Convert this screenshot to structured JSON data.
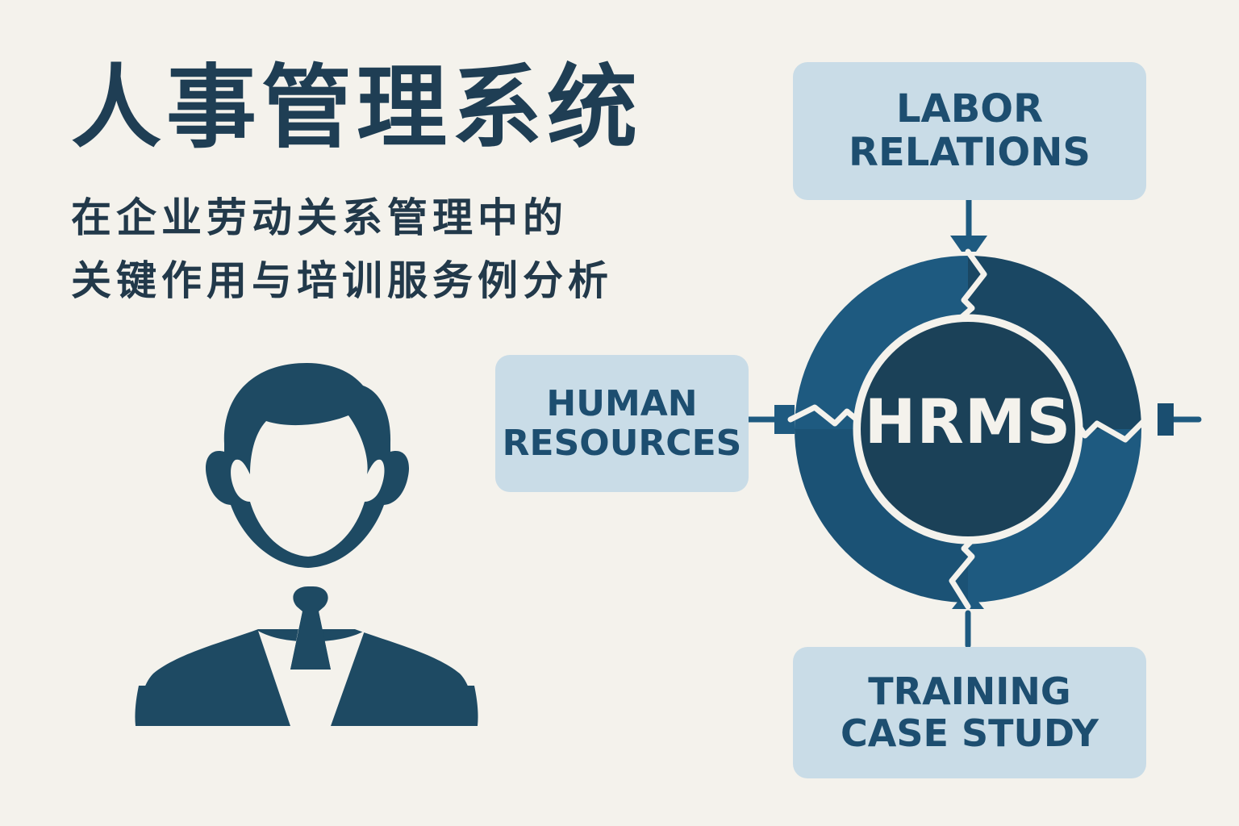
{
  "header": {
    "title": "人事管理系统",
    "subtitle_line1": "在企业劳动关系管理中的",
    "subtitle_line2": "关键作用与培训服务例分析"
  },
  "diagram": {
    "center_label": "HRMS",
    "nodes": [
      {
        "id": "labor",
        "line1": "LABOR",
        "line2": "RELATIONS",
        "position": "top"
      },
      {
        "id": "hr",
        "line1": "HUMAN",
        "line2": "RESOURCES",
        "position": "left"
      },
      {
        "id": "training",
        "line1": "TRAINING",
        "line2": "CASE STUDY",
        "position": "bottom"
      }
    ]
  },
  "icons": {
    "person": "businessman-icon",
    "cycle": "circular-arrows-icon"
  },
  "colors": {
    "background": "#f4f2ec",
    "title_text": "#1f3e54",
    "ring_light": "#1e5a80",
    "ring_dark": "#1a4763",
    "center_disc": "#1b4158",
    "box_fill": "#c9dce7",
    "box_text": "#1d4e70",
    "person": "#1e4a63"
  }
}
